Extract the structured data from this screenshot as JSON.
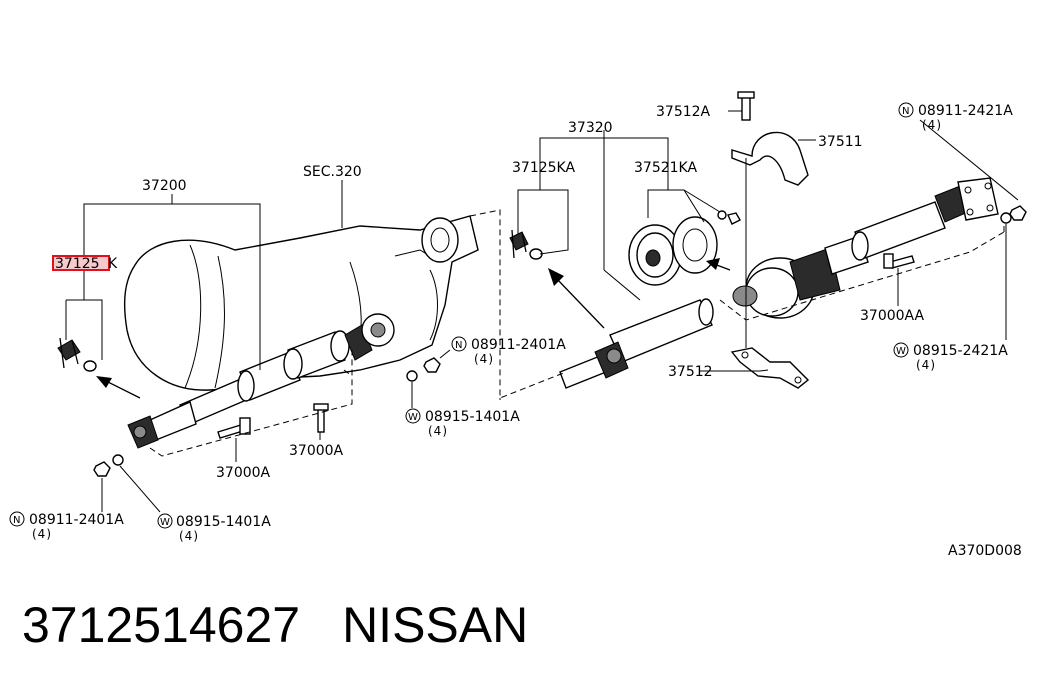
{
  "diagram": {
    "labels": {
      "p37200": "37200",
      "sec320": "SEC.320",
      "p37125_hl": "37125",
      "p37125_suffix": "K",
      "p37320": "37320",
      "p37125ka": "37125KA",
      "p37521ka": "37521KA",
      "p37512a": "37512A",
      "p37511": "37511",
      "p37512": "37512",
      "p37000aa": "37000AA",
      "p37000a_left": "37000A",
      "p37000a_mid": "37000A",
      "nut_left": "08911-2401A",
      "nut_left_qty": "(4)",
      "washer_left": "08915-1401A",
      "washer_left_qty": "(4)",
      "nut_mid": "08911-2401A",
      "nut_mid_qty": "(4)",
      "washer_mid": "08915-1401A",
      "washer_mid_qty": "(4)",
      "nut_right": "08911-2421A",
      "nut_right_qty": "(4)",
      "washer_right": "08915-2421A",
      "washer_right_qty": "(4)",
      "badge_n": "N",
      "badge_w": "W",
      "ref_code": "A370D008"
    }
  },
  "caption": {
    "part_number": "3712514627",
    "brand": "NISSAN"
  },
  "colors": {
    "highlight_stroke": "#e0101e",
    "highlight_fill": "#f6c9cc"
  }
}
